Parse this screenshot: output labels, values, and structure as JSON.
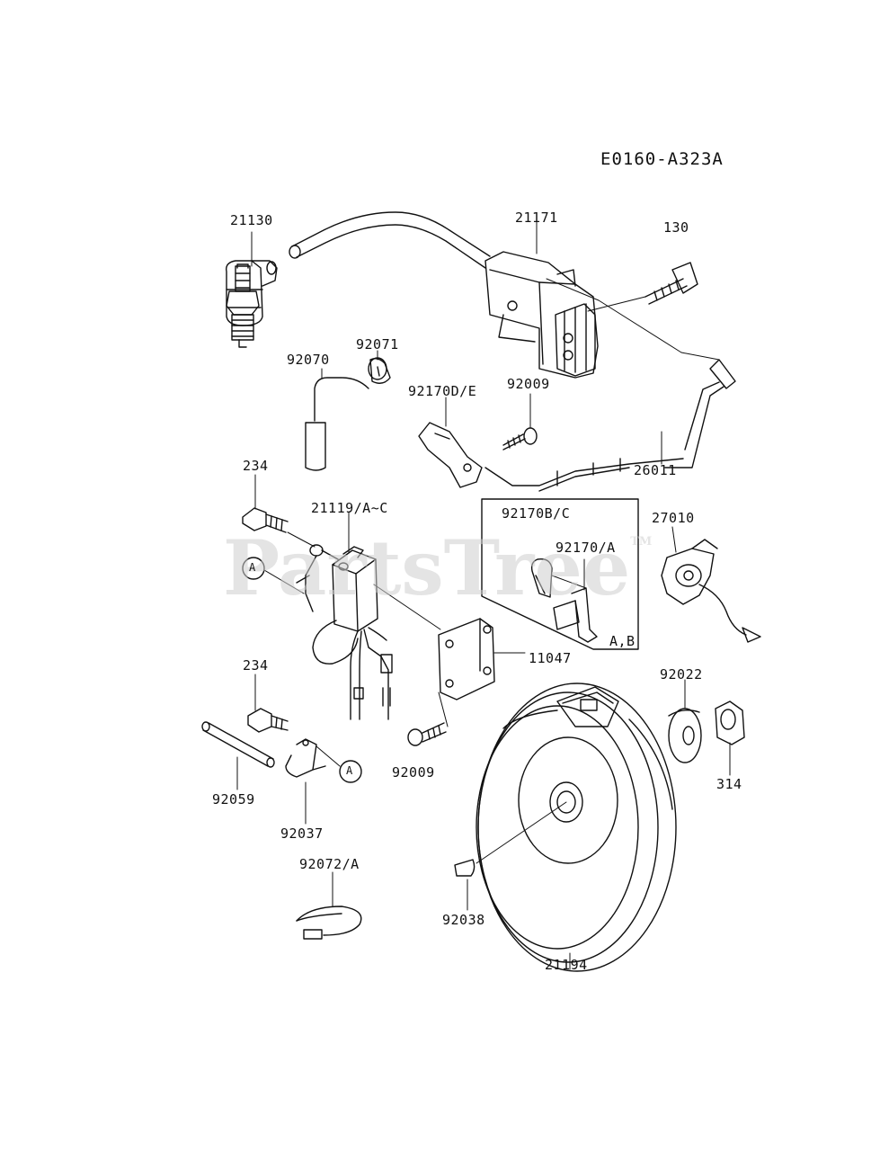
{
  "drawing_code": "E0160-A323A",
  "watermark": {
    "text": "PartsTree",
    "tm": "TM"
  },
  "callout_letter": "A",
  "parts": {
    "p21130": "21130",
    "p21171": "21171",
    "p130": "130",
    "p92071": "92071",
    "p92070": "92070",
    "p92170de": "92170D/E",
    "p92009a": "92009",
    "p26011": "26011",
    "p234a": "234",
    "p21119": "21119/A~C",
    "p92170bc": "92170B/C",
    "p92170a": "92170/A",
    "pab": "A,B",
    "p27010": "27010",
    "p11047": "11047",
    "p234b": "234",
    "p92022": "92022",
    "p314": "314",
    "p92059": "92059",
    "p92009b": "92009",
    "p92037": "92037",
    "p92072": "92072/A",
    "p92038": "92038",
    "p21194": "21194"
  },
  "colors": {
    "line": "#111111",
    "watermark": "#cfcfcf"
  }
}
